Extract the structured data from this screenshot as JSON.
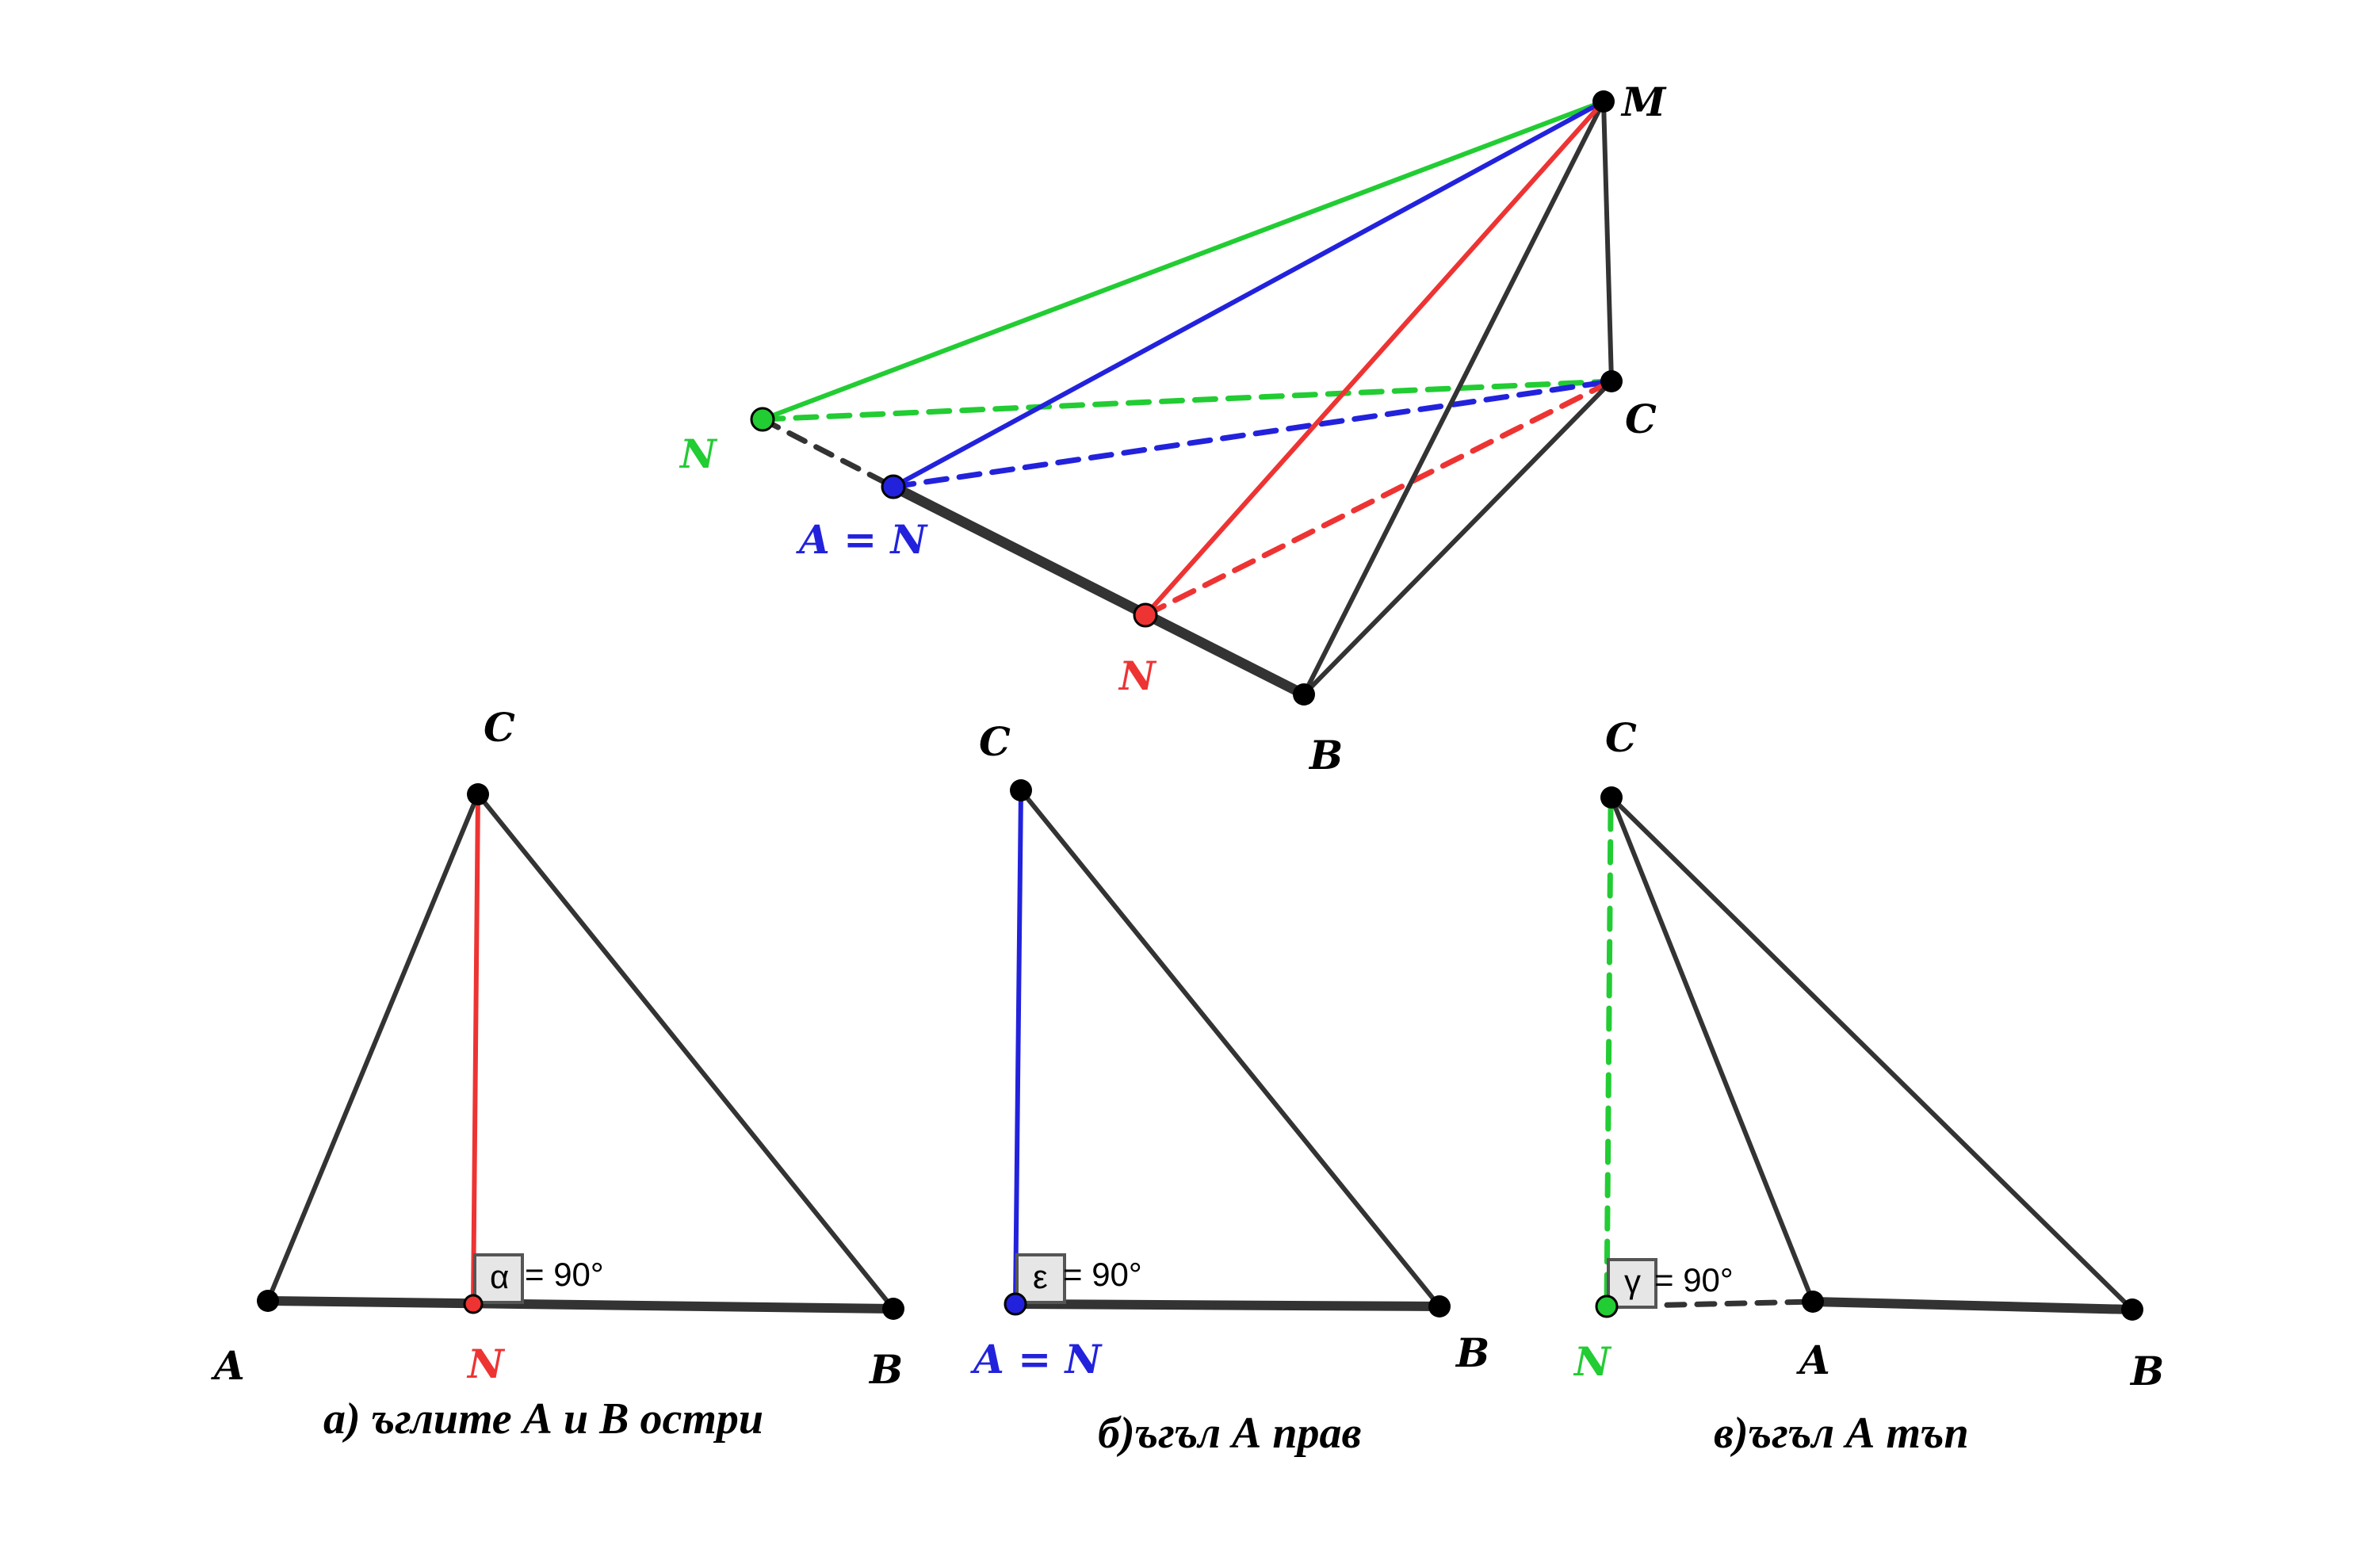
{
  "colors": {
    "black": "#333333",
    "red": "#ee3333",
    "blue": "#2222dd",
    "green": "#22cc33",
    "point": "#000000"
  },
  "top_figure": {
    "labels": {
      "M": "M",
      "C": "C",
      "B": "B",
      "N_green": "N",
      "A_eq_N": "A = N",
      "N_red": "N"
    }
  },
  "panel_a": {
    "labels": {
      "C": "C",
      "A": "A",
      "B": "B",
      "N": "N"
    },
    "angle_symbol": "α",
    "angle_text": "= 90°",
    "caption": "а) ъглите А и В остри"
  },
  "panel_b": {
    "labels": {
      "C": "C",
      "A_eq_N": "A = N",
      "B": "B"
    },
    "angle_symbol": "ε",
    "angle_text": "= 90°",
    "caption": "б)ъгъл А прав"
  },
  "panel_c": {
    "labels": {
      "C": "C",
      "N": "N",
      "A": "A",
      "B": "B"
    },
    "angle_symbol": "γ",
    "angle_text": "= 90°",
    "caption": "в)ъгъл А тъп"
  }
}
